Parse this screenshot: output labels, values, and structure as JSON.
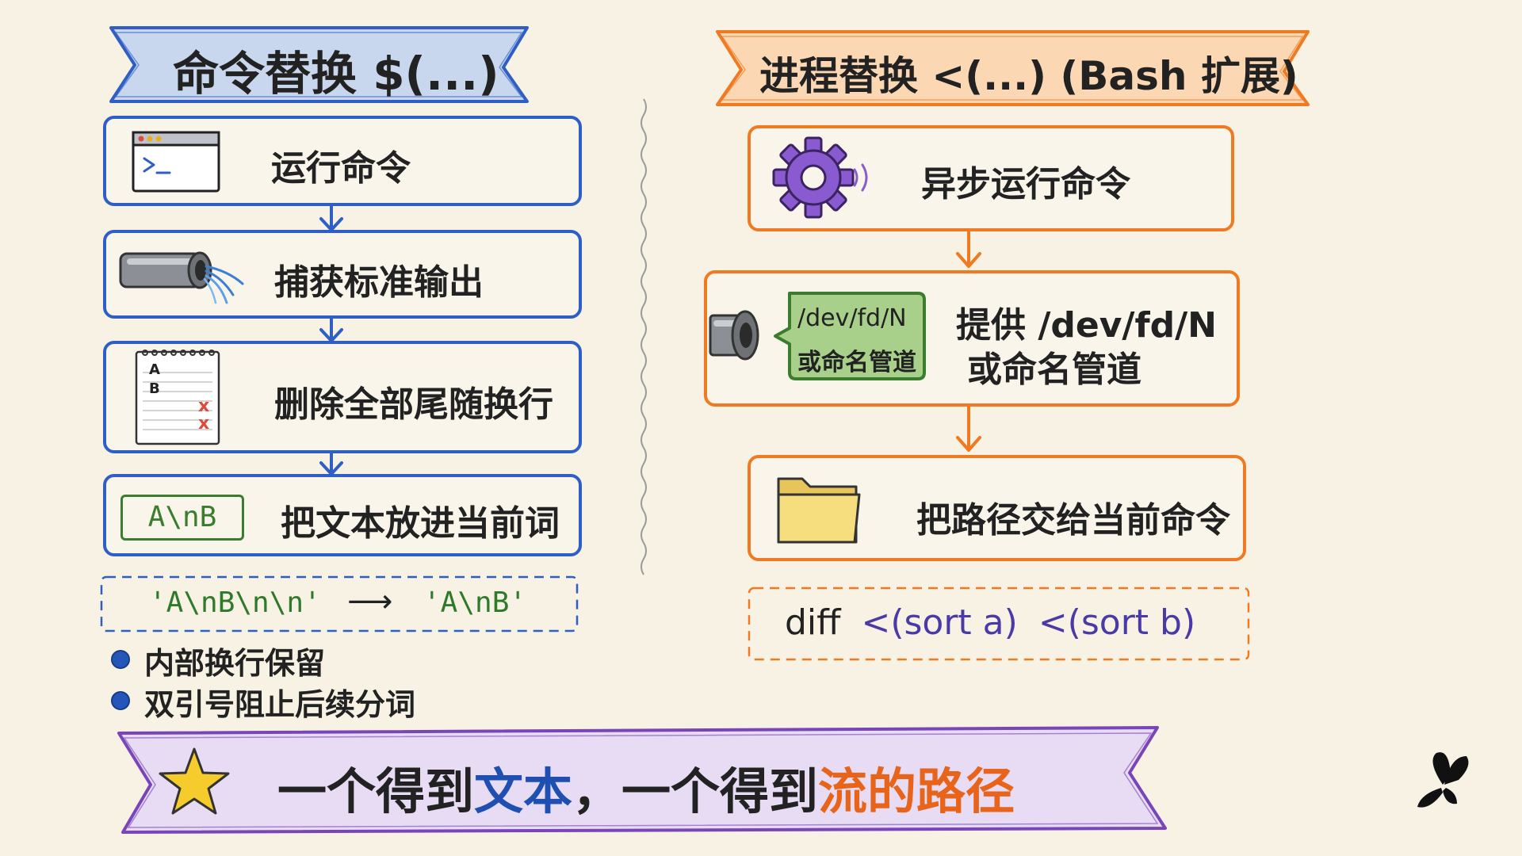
{
  "left": {
    "title": "命令替换 $(...)",
    "steps": [
      "运行命令",
      "捕获标准输出",
      "删除全部尾随换行",
      "把文本放进当前词"
    ],
    "notepad_lines": [
      "A",
      "B"
    ],
    "notepad_marks": [
      "x",
      "x"
    ],
    "text_tag": "A\\nB",
    "example": {
      "from": "'A\\nB\\n\\n'",
      "arrow": "⟶",
      "to": "'A\\nB'"
    },
    "notes": [
      "内部换行保留",
      "双引号阻止后续分词"
    ]
  },
  "right": {
    "title": "进程替换 <(...) (Bash 扩展)",
    "steps": [
      "异步运行命令",
      "提供 /dev/fd/N",
      "或命名管道",
      "把路径交给当前命令"
    ],
    "fd_tag": {
      "line1": "/dev/fd/N",
      "line2": "或命名管道"
    },
    "example": {
      "cmd": "diff",
      "arg1": "<(sort a)",
      "arg2": "<(sort b)"
    }
  },
  "bottom": {
    "part1": "一个得到",
    "part2": "文本",
    "part3": "，一个得到",
    "part4": "流的路径"
  },
  "colors": {
    "blue": "#2f5fc4",
    "orange": "#ef7a22",
    "purple": "#7a45b8",
    "green": "#3a7d2e",
    "bottom_blue": "#1f4fb0",
    "bottom_orange": "#e8641a"
  },
  "icons": [
    "terminal-icon",
    "pipe-icon",
    "notepad-icon",
    "gear-icon",
    "pipe-end-icon",
    "folder-icon",
    "star-icon",
    "butterfly-icon"
  ]
}
